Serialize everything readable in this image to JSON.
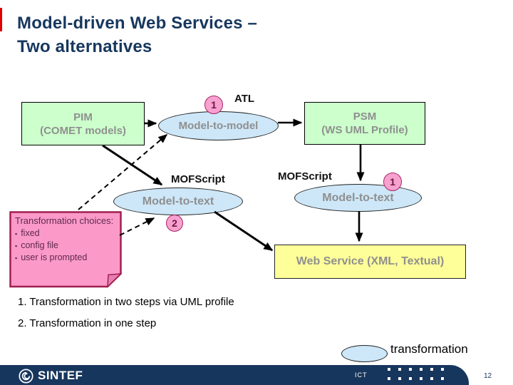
{
  "slide": {
    "title_line1": "Model-driven Web Services –",
    "title_line2": "Two alternatives"
  },
  "diagram": {
    "pim_box": {
      "line1": "PIM",
      "line2": "(COMET models)"
    },
    "psm_box": {
      "line1": "PSM",
      "line2": "(WS UML Profile)"
    },
    "model_to_model_ellipse": {
      "label": "Model-to-model"
    },
    "atl_label": "ATL",
    "badge_one_left": "1",
    "badge_one_right": "1",
    "badge_two": "2",
    "mofscript_left_label": "MOFScript",
    "mofscript_right_label": "MOFScript",
    "model_to_text_left_ellipse": {
      "label": "Model-to-text"
    },
    "model_to_text_right_ellipse": {
      "label": "Model-to-text"
    },
    "choices_note": {
      "title": "Transformation choices:",
      "bullet_char": "▪",
      "bullets": [
        "fixed",
        "config file",
        "user is prompted"
      ]
    },
    "web_service_box": {
      "label": "Web Service (XML, Textual)"
    }
  },
  "summary_list": {
    "item1": "1. Transformation in two steps via UML profile",
    "item2": "2. Transformation in one step"
  },
  "legend": {
    "label": "transformation"
  },
  "footer": {
    "logo_text": "SINTEF",
    "department_label": "ICT",
    "page_number": "12"
  },
  "colors": {
    "title_navy": "#17375E",
    "box_green": "#CCFFCC",
    "ellipse_blue": "#CDE7F8",
    "note_pink": "#FB9AC9",
    "badge_pink": "#F7A1D0",
    "web_service_yellow": "#FFFF99",
    "footer_navy": "#17365D",
    "shape_text_gray": "#8F8F8F",
    "accent_red": "#E00000"
  }
}
